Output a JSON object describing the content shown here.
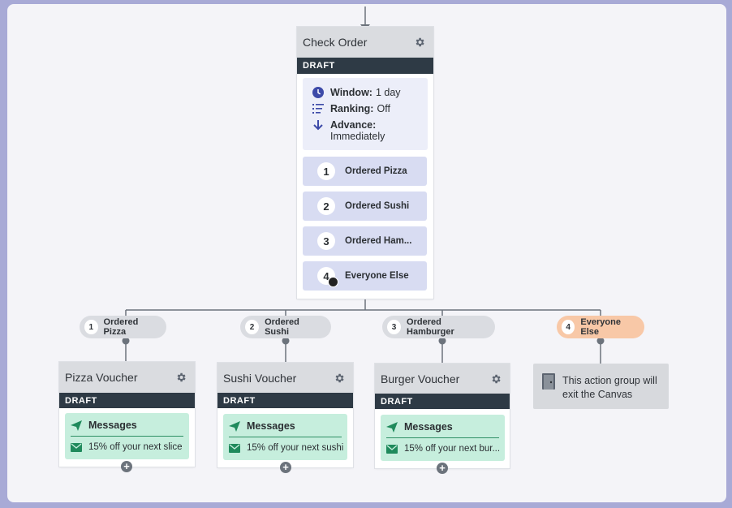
{
  "main_step": {
    "title": "Check Order",
    "status": "DRAFT",
    "settings": {
      "window_label": "Window:",
      "window_value": "1 day",
      "ranking_label": "Ranking:",
      "ranking_value": "Off",
      "advance_label": "Advance:",
      "advance_value": "Immediately"
    },
    "paths": [
      {
        "number": "1",
        "label": "Ordered Pizza"
      },
      {
        "number": "2",
        "label": "Ordered Sushi"
      },
      {
        "number": "3",
        "label": "Ordered Ham..."
      },
      {
        "number": "4",
        "label": "Everyone Else"
      }
    ]
  },
  "branches": [
    {
      "number": "1",
      "label": "Ordered Pizza"
    },
    {
      "number": "2",
      "label": "Ordered Sushi"
    },
    {
      "number": "3",
      "label": "Ordered Hamburger"
    },
    {
      "number": "4",
      "label": "Everyone Else"
    }
  ],
  "step_cards": [
    {
      "title": "Pizza Voucher",
      "status": "DRAFT",
      "section": "Messages",
      "message": "15% off your next slice"
    },
    {
      "title": "Sushi Voucher",
      "status": "DRAFT",
      "section": "Messages",
      "message": "15% off your next sushi"
    },
    {
      "title": "Burger Voucher",
      "status": "DRAFT",
      "section": "Messages",
      "message": "15% off your next bur..."
    }
  ],
  "exit_card": {
    "text_line1": "This action group will",
    "text_line2": "exit the Canvas"
  },
  "colors": {
    "header_bg": "#dadce0",
    "draft_bg": "#2e3a45",
    "path_bg": "#d8dcf2",
    "settings_bg": "#eceef9",
    "message_bg": "#c6eedd",
    "accent_green": "#1f8a5c",
    "accent_blue": "#3d4aa8",
    "everyone_else_pill": "#f8c8a7"
  }
}
